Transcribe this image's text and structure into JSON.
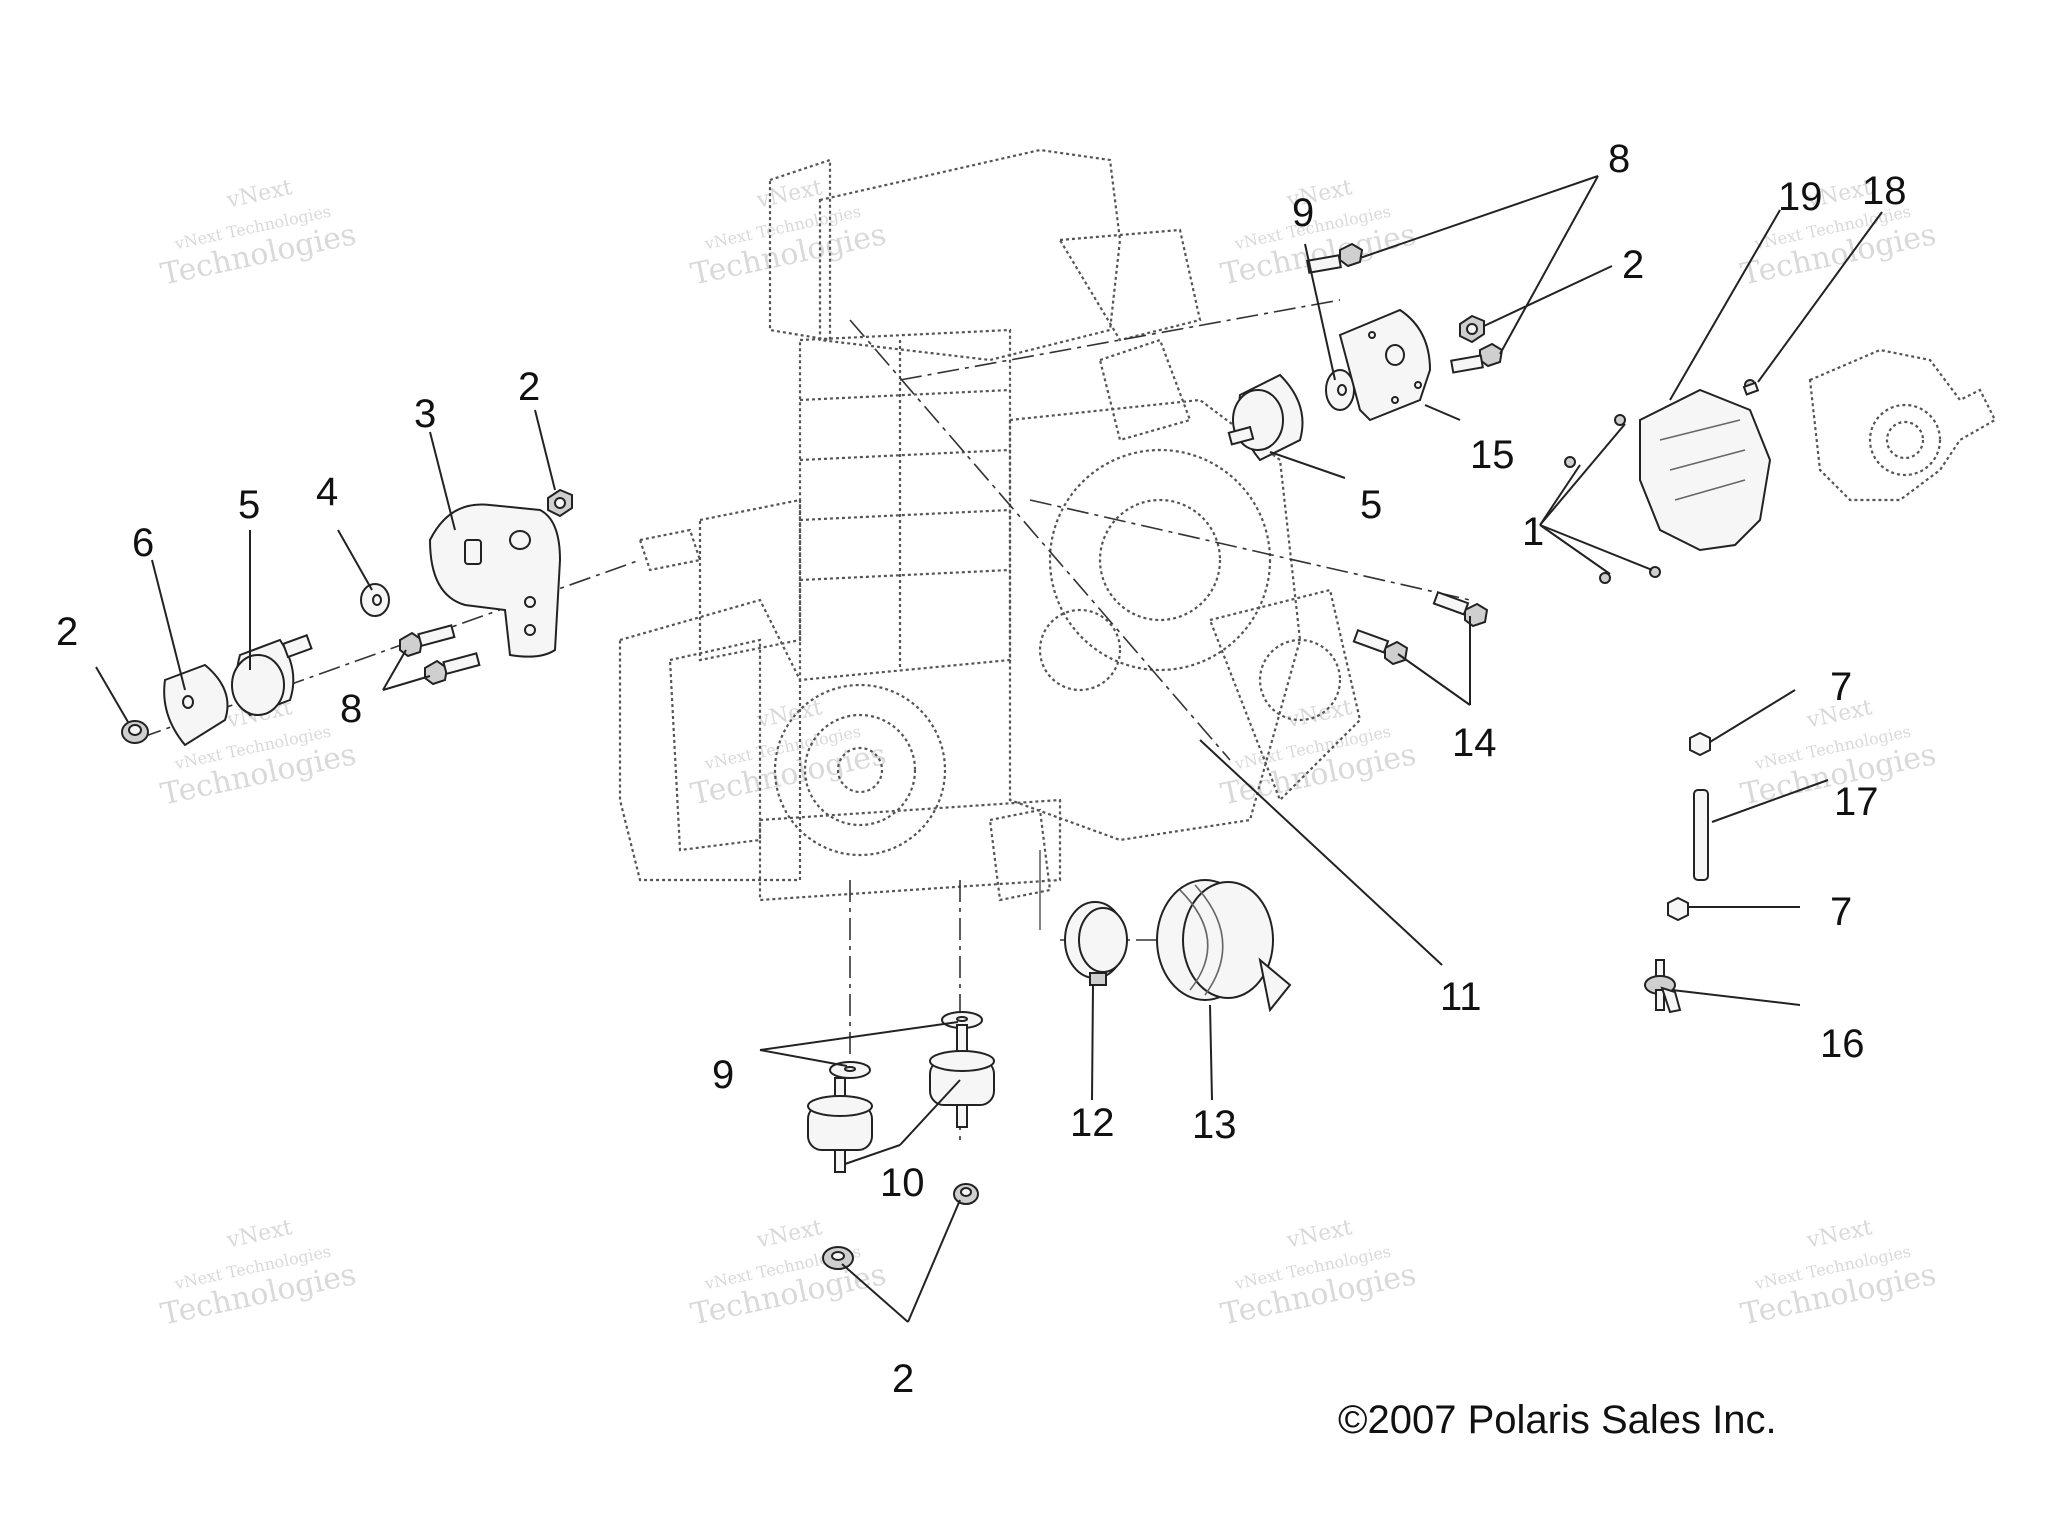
{
  "watermark": {
    "line1": "vNext",
    "line2": "vNext Technologies",
    "line3": "Technologies"
  },
  "callouts": {
    "c1": "1",
    "c2a": "2",
    "c2b": "2",
    "c2c": "2",
    "c2d": "2",
    "c3": "3",
    "c4": "4",
    "c5a": "5",
    "c5b": "5",
    "c6": "6",
    "c7a": "7",
    "c7b": "7",
    "c8a": "8",
    "c8b": "8",
    "c9a": "9",
    "c9b": "9",
    "c10": "10",
    "c11": "11",
    "c12": "12",
    "c13": "13",
    "c14": "14",
    "c15": "15",
    "c16": "16",
    "c17": "17",
    "c18": "18",
    "c19": "19"
  },
  "copyright": "©2007  Polaris Sales Inc."
}
